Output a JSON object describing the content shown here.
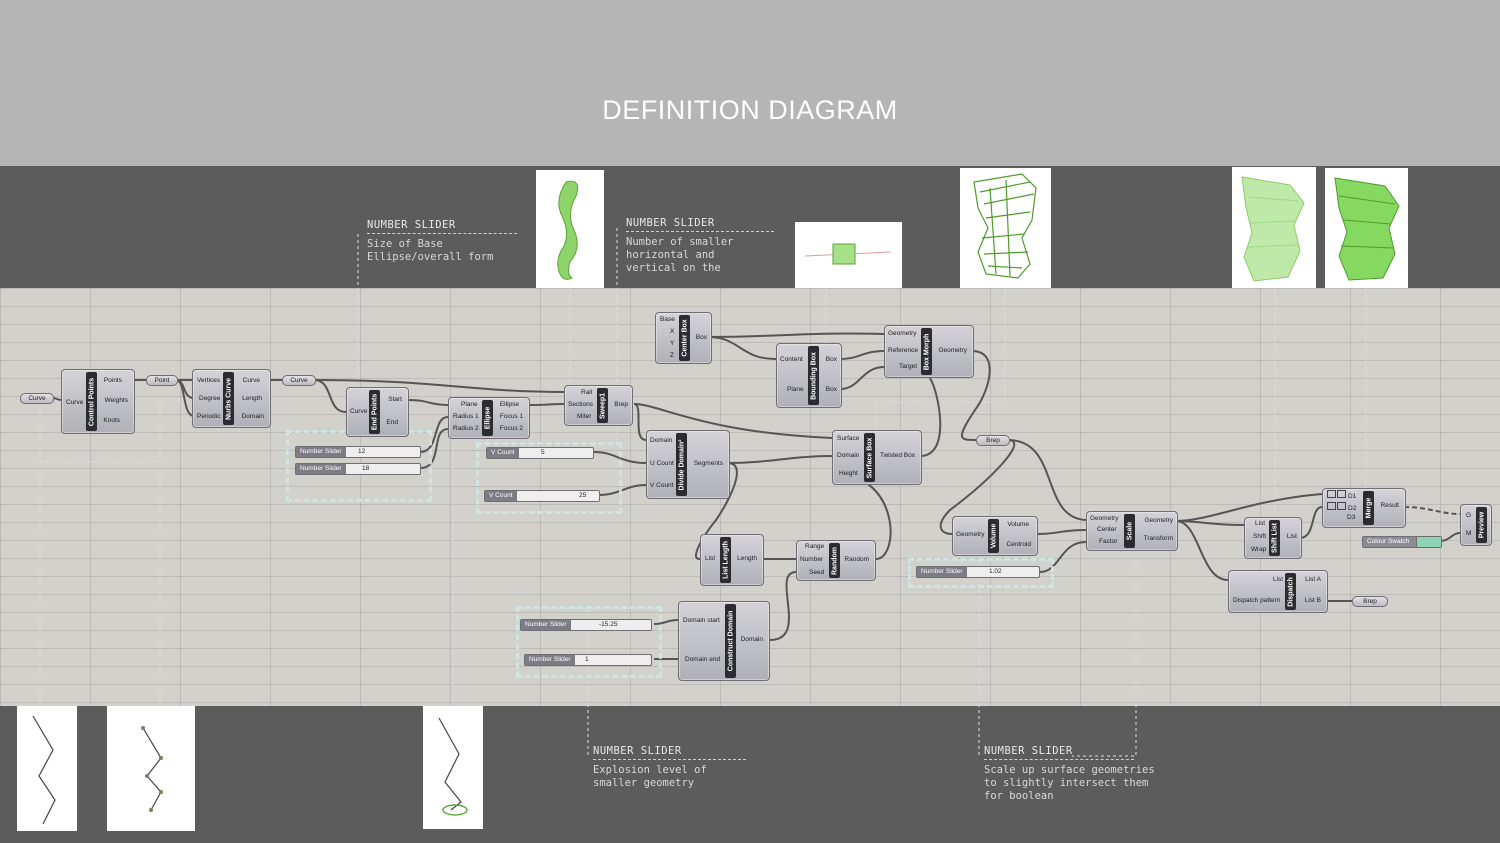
{
  "title": "DEFINITION DIAGRAM",
  "notes": {
    "ellipse": {
      "heading": "NUMBER SLIDER",
      "body": "Size of Base\nEllipse/overall form"
    },
    "divide": {
      "heading": "NUMBER SLIDER",
      "body": "Number of smaller\nhorizontal and\nvertical on the"
    },
    "random": {
      "heading": "NUMBER SLIDER",
      "body": "Explosion level of\nsmaller geometry"
    },
    "scale": {
      "heading": "NUMBER SLIDER",
      "body": "Scale up surface geometries\nto slightly intersect them\nfor boolean"
    }
  },
  "nodes": {
    "curve_param": "Curve",
    "control_points": {
      "title": "Control Points",
      "in": [
        "Curve"
      ],
      "out": [
        "Points",
        "Weights",
        "Knots"
      ]
    },
    "point_param": "Point",
    "nurbs_curve": {
      "title": "Nurbs Curve",
      "in": [
        "Vertices",
        "Degree",
        "Periodic"
      ],
      "out": [
        "Curve",
        "Length",
        "Domain"
      ]
    },
    "curve_param2": "Curve",
    "end_points": {
      "title": "End Points",
      "in": [
        "Curve"
      ],
      "out": [
        "Start",
        "End"
      ]
    },
    "ellipse": {
      "title": "Ellipse",
      "in": [
        "Plane",
        "Radius 1",
        "Radius 2"
      ],
      "out": [
        "Ellipse",
        "Focus 1",
        "Focus 2"
      ]
    },
    "sweep": {
      "title": "Sweep1",
      "in": [
        "Rail",
        "Sections",
        "Miter"
      ],
      "out": [
        "Brep"
      ]
    },
    "center_box": {
      "title": "Center Box",
      "in": [
        "Base",
        "X",
        "Y",
        "Z"
      ],
      "out": [
        "Box"
      ]
    },
    "bounding_box": {
      "title": "Bounding Box",
      "in": [
        "Content",
        "Plane"
      ],
      "out": [
        "Box",
        "Box"
      ]
    },
    "box_morph": {
      "title": "Box Morph",
      "in": [
        "Geometry",
        "Reference",
        "Target"
      ],
      "out": [
        "Geometry"
      ]
    },
    "divide_domain": {
      "title": "Divide Domain²",
      "in": [
        "Domain",
        "U Count",
        "V Count"
      ],
      "out": [
        "Segments"
      ]
    },
    "surface_box": {
      "title": "Surface Box",
      "in": [
        "Surface",
        "Domain",
        "Height"
      ],
      "out": [
        "Twisted Box"
      ]
    },
    "brep_param": "Brep",
    "list_length": {
      "title": "List Length",
      "in": [
        "List"
      ],
      "out": [
        "Length"
      ]
    },
    "random": {
      "title": "Random",
      "in": [
        "Range",
        "Number",
        "Seed"
      ],
      "out": [
        "Random"
      ]
    },
    "volume": {
      "title": "Volume",
      "in": [
        "Geometry"
      ],
      "out": [
        "Volume",
        "Centroid"
      ]
    },
    "scale": {
      "title": "Scale",
      "in": [
        "Geometry",
        "Center",
        "Factor"
      ],
      "out": [
        "Geometry",
        "Transform"
      ]
    },
    "shift_list": {
      "title": "Shift List",
      "in": [
        "List",
        "Shift",
        "Wrap"
      ],
      "out": [
        "List"
      ]
    },
    "merge": {
      "title": "Merge",
      "in": [
        "D1",
        "D2",
        "D3"
      ],
      "out": [
        "Result"
      ]
    },
    "preview": {
      "title": "Preview",
      "in": [
        "G",
        "M"
      ]
    },
    "colour_swatch": "Colour Swatch",
    "dispatch": {
      "title": "Dispatch",
      "in": [
        "List",
        "Dispatch pattern"
      ],
      "out": [
        "List A",
        "List B"
      ]
    },
    "brep_param2": "Brep",
    "construct_domain": {
      "title": "Construct Domain",
      "in": [
        "Domain start",
        "Domain end"
      ],
      "out": [
        "Domain"
      ]
    }
  },
  "sliders": {
    "s1": {
      "label": "Number Slider",
      "value": "12"
    },
    "s2": {
      "label": "Number Slider",
      "value": "18"
    },
    "s3": {
      "label": "V Count",
      "value": "5"
    },
    "s4": {
      "label": "V Count",
      "value": "25"
    },
    "s5": {
      "label": "Number Slider",
      "value": "1.02"
    },
    "s6": {
      "label": "Number Slider",
      "value": "-15.25"
    },
    "s7": {
      "label": "Number Slider",
      "value": "1"
    }
  },
  "colors": {
    "swatch": "#8fd3b5",
    "geometry_green": "#6cc83c"
  }
}
